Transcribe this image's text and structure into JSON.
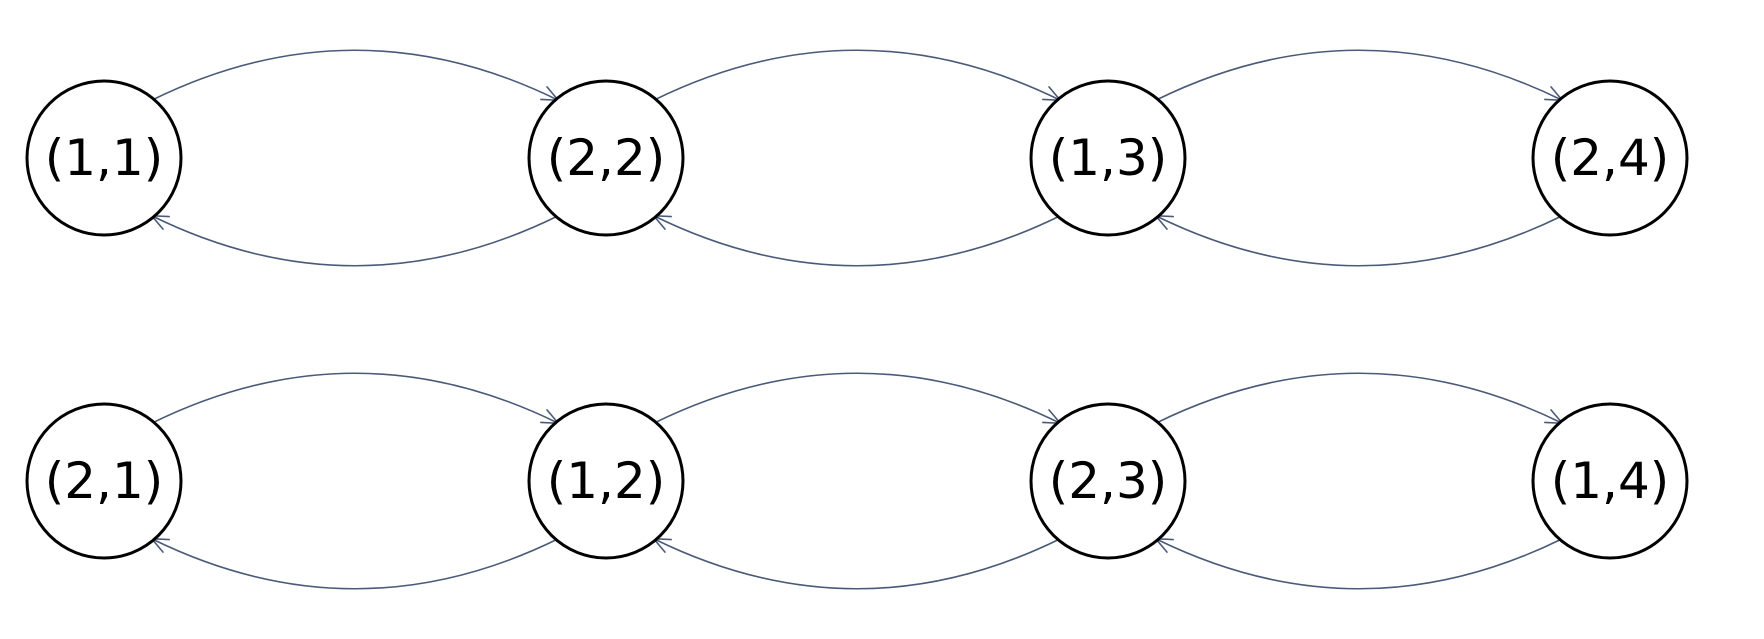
{
  "diagram": {
    "rows": [
      {
        "nodes": [
          {
            "label": "(1,1)"
          },
          {
            "label": "(2,2)"
          },
          {
            "label": "(1,3)"
          },
          {
            "label": "(2,4)"
          }
        ]
      },
      {
        "nodes": [
          {
            "label": "(2,1)"
          },
          {
            "label": "(1,2)"
          },
          {
            "label": "(2,3)"
          },
          {
            "label": "(1,4)"
          }
        ]
      }
    ],
    "edges": [
      {
        "row": 0,
        "from": 0,
        "to": 1
      },
      {
        "row": 0,
        "from": 1,
        "to": 0
      },
      {
        "row": 0,
        "from": 1,
        "to": 2
      },
      {
        "row": 0,
        "from": 2,
        "to": 1
      },
      {
        "row": 0,
        "from": 2,
        "to": 3
      },
      {
        "row": 0,
        "from": 3,
        "to": 2
      },
      {
        "row": 1,
        "from": 0,
        "to": 1
      },
      {
        "row": 1,
        "from": 1,
        "to": 0
      },
      {
        "row": 1,
        "from": 1,
        "to": 2
      },
      {
        "row": 1,
        "from": 2,
        "to": 1
      },
      {
        "row": 1,
        "from": 2,
        "to": 3
      },
      {
        "row": 1,
        "from": 3,
        "to": 2
      }
    ],
    "colors": {
      "edge": "#4a5a78",
      "node_stroke": "#000000",
      "node_fill": "#ffffff",
      "text": "#000000"
    }
  }
}
